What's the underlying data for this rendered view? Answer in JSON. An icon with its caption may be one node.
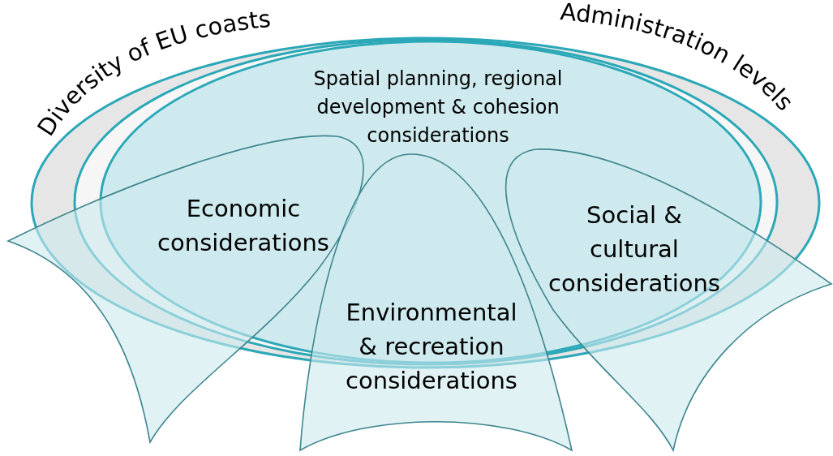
{
  "diagram": {
    "nodes": [
      {
        "text": [
          "Diversity of EU coasts"
        ]
      },
      {
        "text": [
          "Administration levels"
        ],
        "in": 0
      },
      {
        "text": [
          "Spatial planning, regional development & cohesion considerations"
        ],
        "in": 1
      },
      {
        "text": [
          "Economic considerations"
        ]
      },
      {
        "text": [
          "Environmental & recreation considerations"
        ]
      },
      {
        "text": [
          "Social & cultural considerations"
        ]
      }
    ]
  }
}
